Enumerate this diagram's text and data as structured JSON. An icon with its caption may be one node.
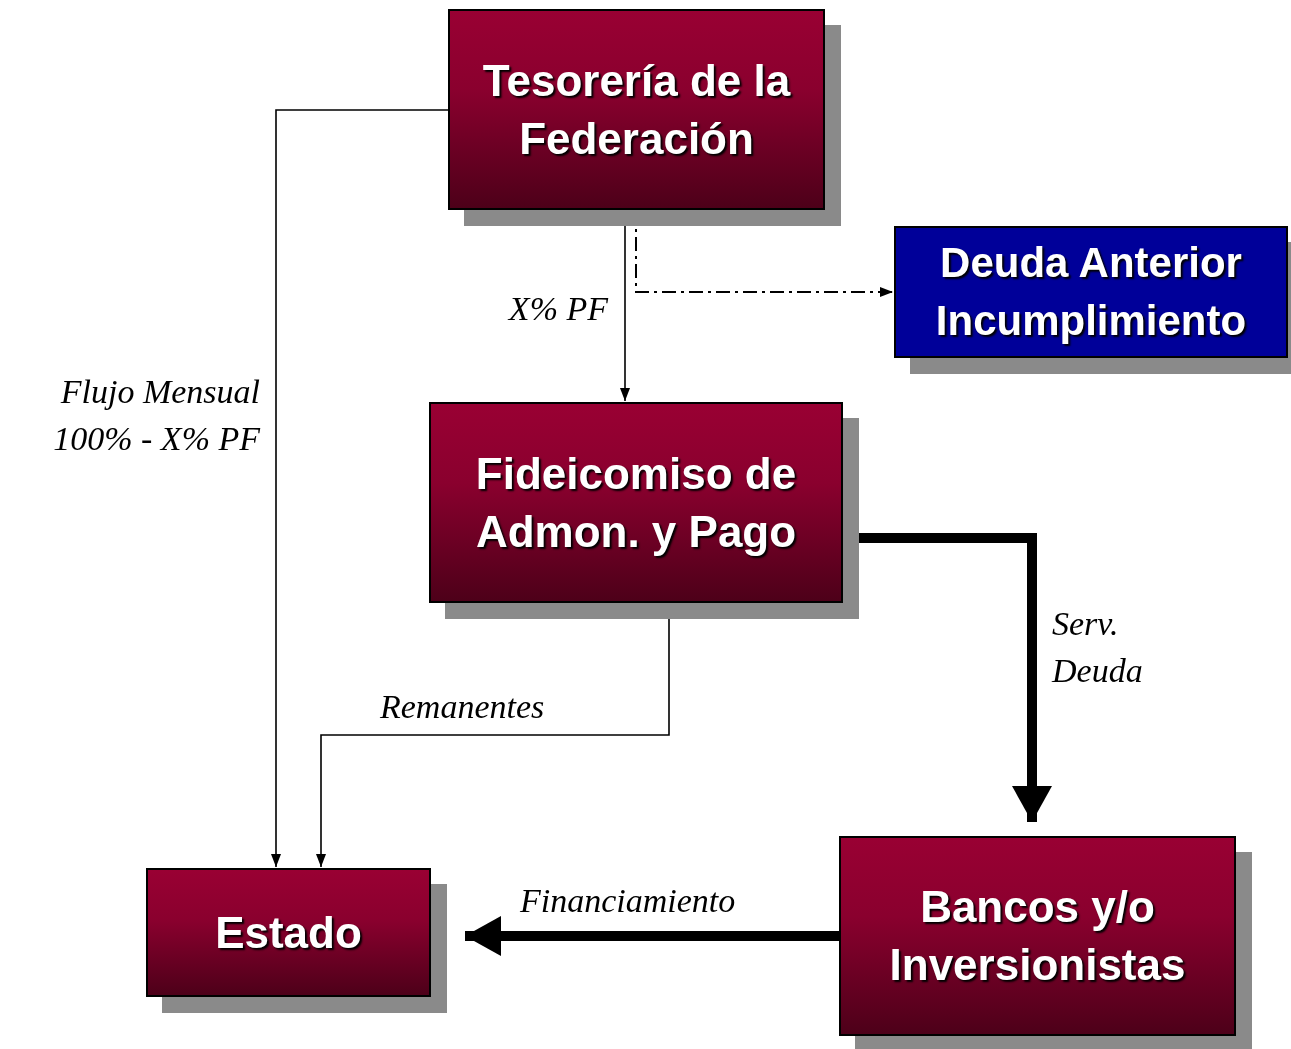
{
  "diagram": {
    "nodes": [
      {
        "text": [
          "Tesorería de la Federación"
        ]
      },
      {
        "text": [
          "Deuda Anterior Incumplimiento"
        ]
      },
      {
        "text": [
          "Fideicomiso de Admon. y Pago"
        ]
      },
      {
        "text": [
          "Estado"
        ]
      },
      {
        "text": [
          "Bancos y/o Inversionistas"
        ]
      }
    ],
    "edges": [
      {
        "from": 0,
        "to": 2,
        "arrow": "to",
        "label": "X% PF"
      },
      {
        "from": 0,
        "to": 1,
        "arrow": "to",
        "style": "dashed"
      },
      {
        "from": 0,
        "to": 3,
        "arrow": "to",
        "label": "Flujo Mensual 100% - X% PF"
      },
      {
        "from": 2,
        "to": 3,
        "arrow": "to",
        "label": "Remanentes"
      },
      {
        "from": 2,
        "to": 4,
        "arrow": "to",
        "label": "Serv. Deuda",
        "style": "thick"
      },
      {
        "from": 4,
        "to": 3,
        "arrow": "to",
        "label": "Financiamiento",
        "style": "thick"
      }
    ]
  }
}
